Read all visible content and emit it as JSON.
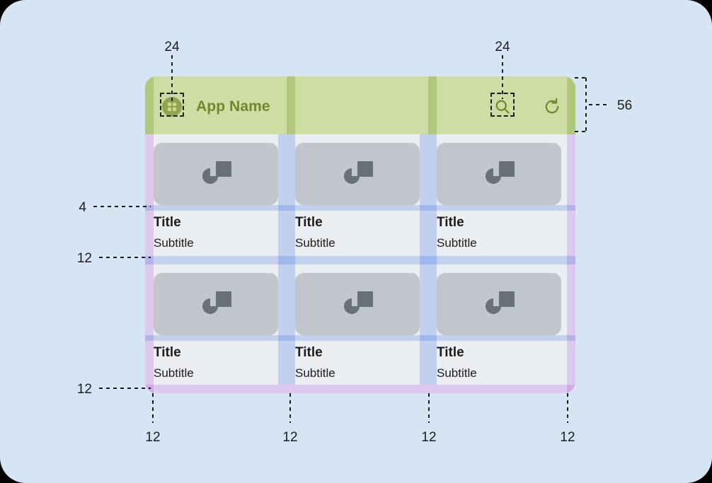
{
  "app": {
    "bar": {
      "title": "App Name",
      "leading_icon": "app-grid-icon",
      "actions": [
        {
          "name": "search-icon",
          "glyph": "search"
        },
        {
          "name": "refresh-icon",
          "glyph": "refresh"
        }
      ]
    },
    "cards": [
      {
        "title": "Title",
        "subtitle": "Subtitle",
        "media_icon": "image-placeholder-icon"
      },
      {
        "title": "Title",
        "subtitle": "Subtitle",
        "media_icon": "image-placeholder-icon"
      },
      {
        "title": "Title",
        "subtitle": "Subtitle",
        "media_icon": "image-placeholder-icon"
      },
      {
        "title": "Title",
        "subtitle": "Subtitle",
        "media_icon": "image-placeholder-icon"
      },
      {
        "title": "Title",
        "subtitle": "Subtitle",
        "media_icon": "image-placeholder-icon"
      },
      {
        "title": "Title",
        "subtitle": "Subtitle",
        "media_icon": "image-placeholder-icon"
      }
    ]
  },
  "annotations": {
    "top_left_touch_target": "24",
    "top_right_touch_target": "24",
    "app_bar_height": "56",
    "title_gap": "4",
    "row_gap": "12",
    "bottom_padding": "12",
    "column_gutters": [
      "12",
      "12",
      "12",
      "12"
    ]
  },
  "colors": {
    "page_background": "#d6e5f3",
    "app_surface": "#eceff2",
    "app_bar_overlay": "#a4c439",
    "padding_overlay": "#aa46dc",
    "gutter_overlay": "#3c6ee6",
    "media_placeholder": "#c1c6cc",
    "media_icon": "#687079",
    "title_text": "#1b1c1e",
    "app_bar_text": "#4e5a21",
    "annotation_text": "#1b1c1e"
  }
}
